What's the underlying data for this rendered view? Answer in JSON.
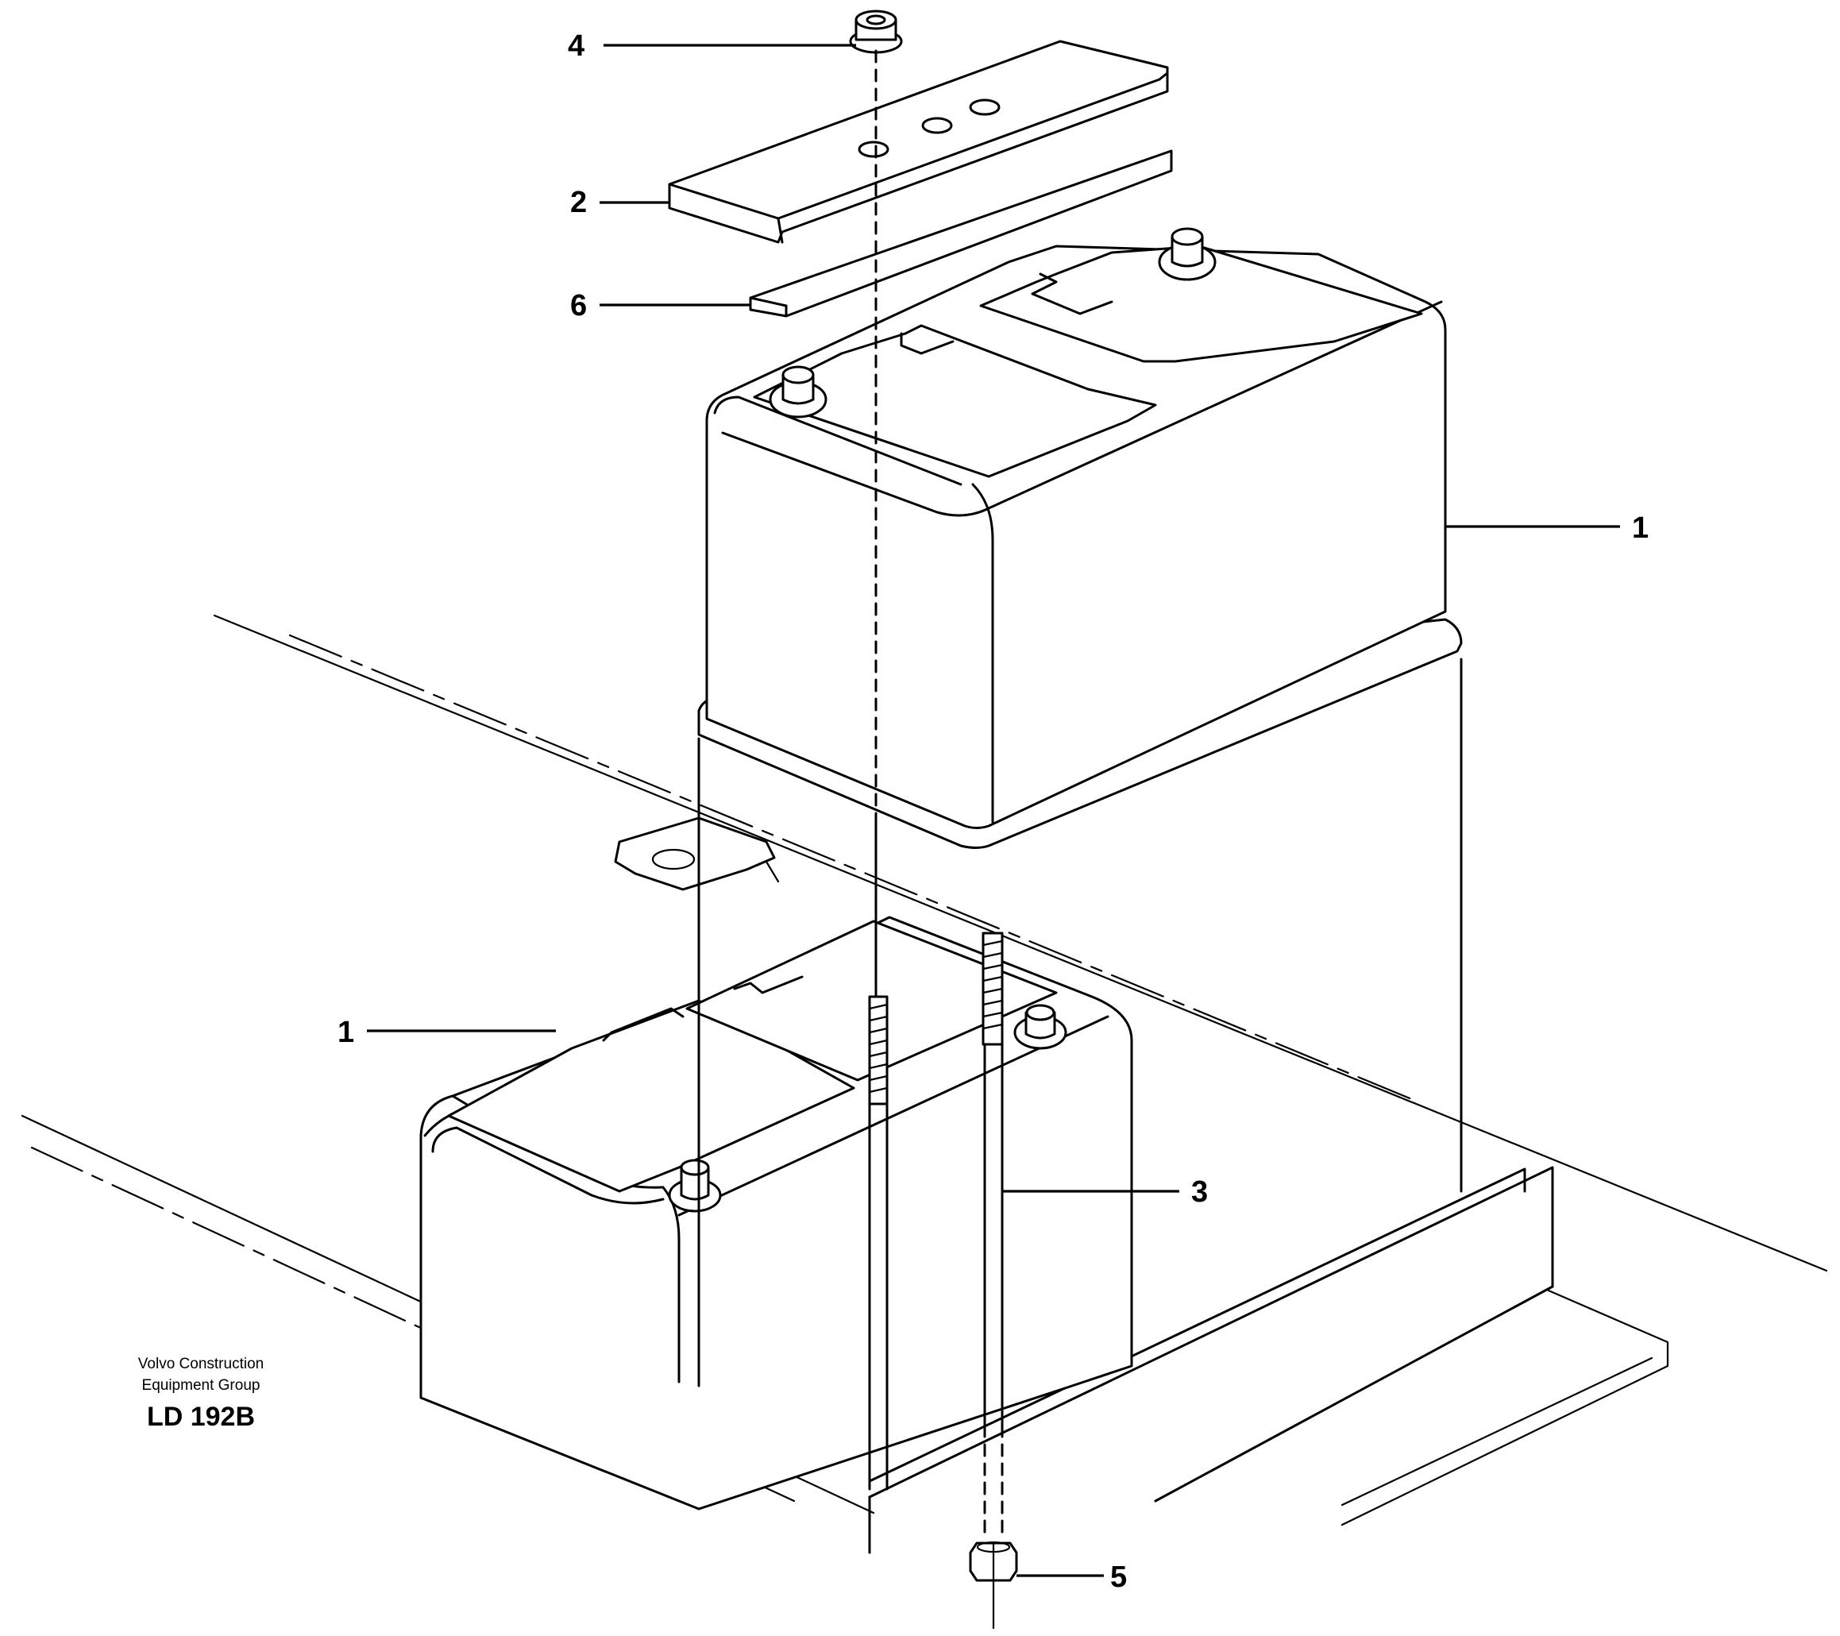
{
  "callouts": {
    "c4": "4",
    "c2": "2",
    "c6": "6",
    "c1_top": "1",
    "c1_bottom": "1",
    "c3": "3",
    "c5": "5"
  },
  "caption": {
    "line1": "Volvo Construction",
    "line2": "Equipment Group",
    "code": "LD 192B"
  }
}
